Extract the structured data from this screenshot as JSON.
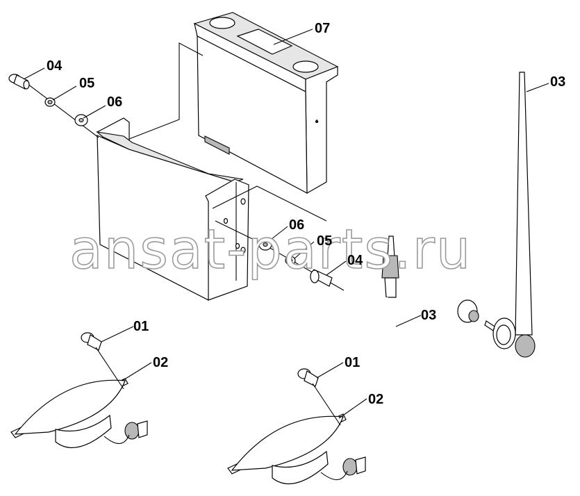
{
  "watermark": "ansat-parts.ru",
  "callouts": {
    "c01a": "01",
    "c01b": "01",
    "c02a": "02",
    "c02b": "02",
    "c03a": "03",
    "c03b": "03",
    "c04a": "04",
    "c04b": "04",
    "c05a": "05",
    "c05b": "05",
    "c06a": "06",
    "c06b": "06",
    "c07": "07"
  }
}
